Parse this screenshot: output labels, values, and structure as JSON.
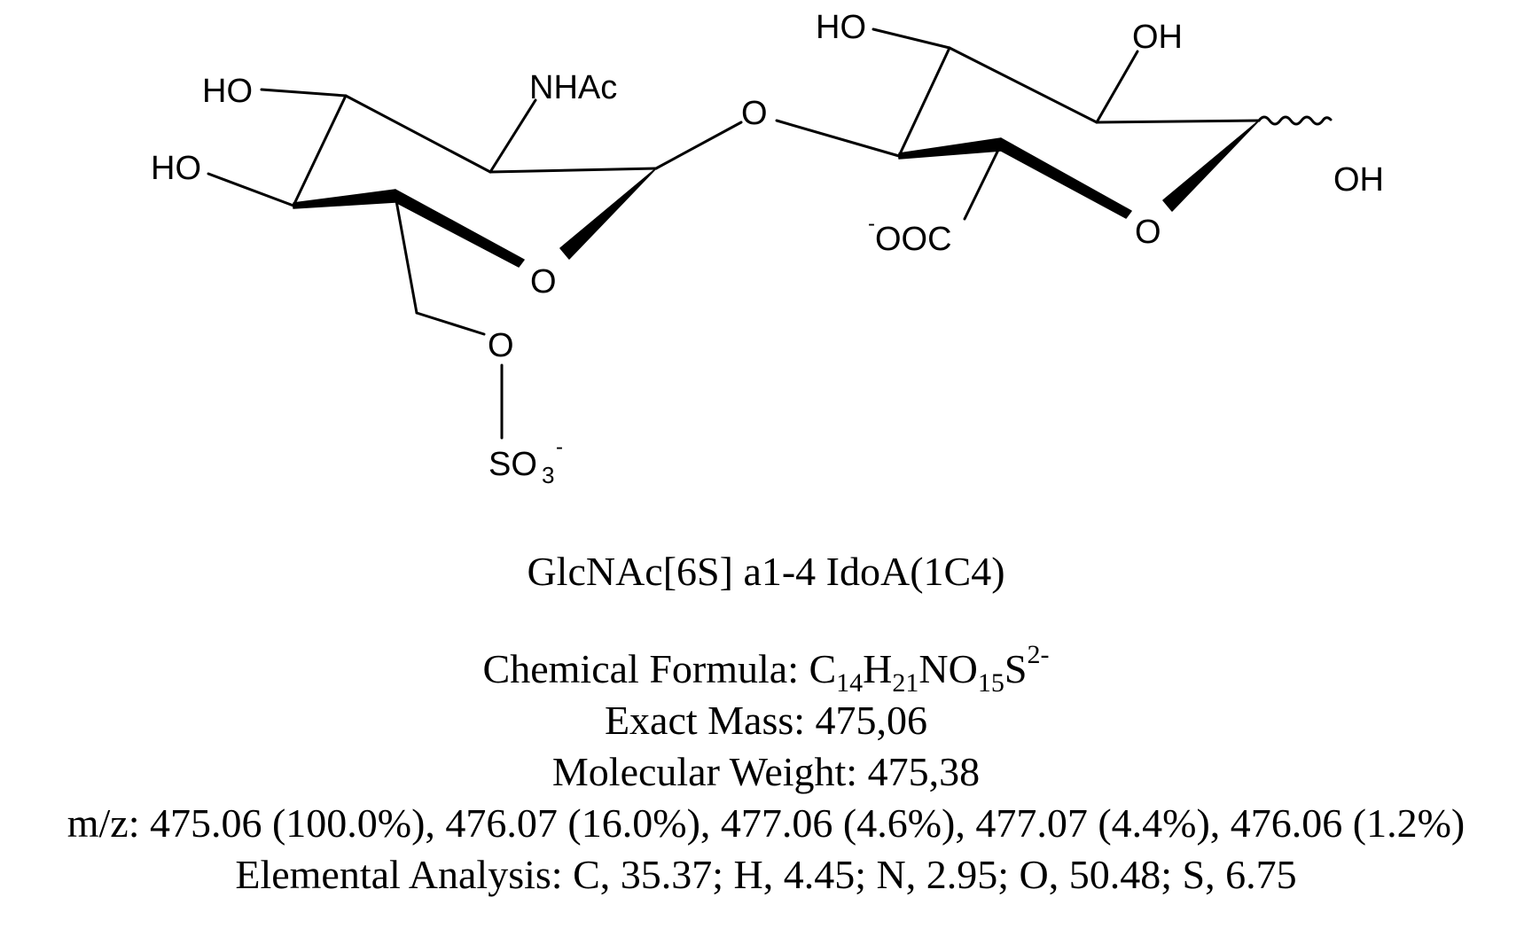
{
  "structure": {
    "labels": {
      "ho_4": "HO",
      "ho_3": "HO",
      "nhac": "NHAc",
      "ring_o_left": "O",
      "glyco_o": "O",
      "ho_top": "HO",
      "oh_top": "OH",
      "oh_anomeric": "OH",
      "ring_o_right": "O",
      "carboxylate": "OOC",
      "carboxylate_charge": "-",
      "o6": "O",
      "sulfate": "SO",
      "sulfate_sub": "3",
      "sulfate_charge": "-"
    }
  },
  "caption": {
    "name": "GlcNAc[6S] a1-4 IdoA(1C4)",
    "formula_label": "Chemical Formula: ",
    "formula_parts": {
      "c": "C",
      "c_n": "14",
      "h": "H",
      "h_n": "21",
      "no": "NO",
      "o_n": "15",
      "s": "S",
      "charge": "2-"
    },
    "exact_mass": "Exact Mass: 475,06",
    "molecular_weight": "Molecular Weight: 475,38",
    "mz": "m/z: 475.06 (100.0%), 476.07 (16.0%), 477.06 (4.6%), 477.07 (4.4%), 476.06 (1.2%)",
    "elemental_analysis": "Elemental Analysis: C, 35.37; H, 4.45; N, 2.95; O, 50.48; S, 6.75"
  }
}
